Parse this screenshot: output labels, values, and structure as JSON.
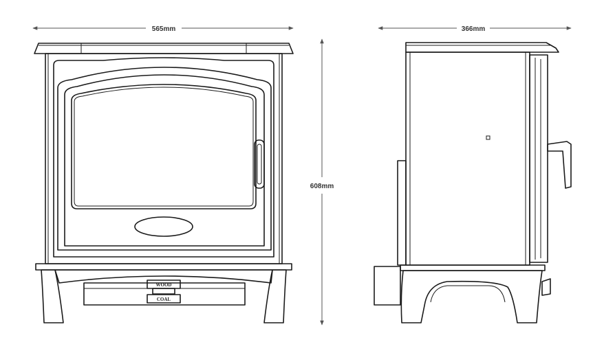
{
  "dimensions": {
    "front_width": "565mm",
    "height": "608mm",
    "side_depth": "366mm"
  },
  "front_view": {
    "fuel_label_top": "WOOD",
    "fuel_label_bottom": "COAL"
  },
  "colors": {
    "line": "#1a1a1a",
    "dimension_line": "#555555",
    "background": "#ffffff"
  }
}
